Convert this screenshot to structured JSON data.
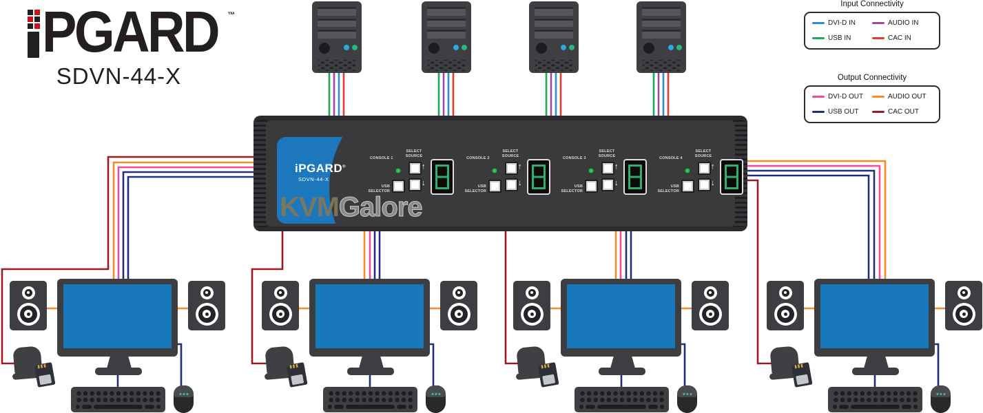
{
  "brand": {
    "name": "iPGARD",
    "word_rest": "PGARD",
    "tm": "™",
    "model": "SDVN-44-X"
  },
  "legend": {
    "input_title": "Input Connectivity",
    "output_title": "Output Connectivity",
    "input_items": [
      {
        "label": "DVI-D IN"
      },
      {
        "label": "AUDIO IN"
      },
      {
        "label": "USB IN"
      },
      {
        "label": "CAC IN"
      }
    ],
    "output_items": [
      {
        "label": "DVI-D OUT"
      },
      {
        "label": "AUDIO OUT"
      },
      {
        "label": "USB OUT"
      },
      {
        "label": "CAC OUT"
      }
    ]
  },
  "kvm_switch": {
    "brand": "iPGARD",
    "brand_reg": "®",
    "model": "SDVN-44-X",
    "watermark_bold": "KVM",
    "watermark_light": "Galore",
    "consoles": [
      {
        "label": "CONSOLE 1",
        "select_source": "SELECT SOURCE",
        "usb_selector": "USB SELECTOR",
        "up_arrow": "↑",
        "down_arrow": "↓",
        "display_digit": "8"
      },
      {
        "label": "CONSOLE 2",
        "select_source": "SELECT SOURCE",
        "usb_selector": "USB SELECTOR",
        "up_arrow": "↑",
        "down_arrow": "↓",
        "display_digit": "8"
      },
      {
        "label": "CONSOLE 3",
        "select_source": "SELECT SOURCE",
        "usb_selector": "USB SELECTOR",
        "up_arrow": "↑",
        "down_arrow": "↓",
        "display_digit": "8"
      },
      {
        "label": "CONSOLE 4",
        "select_source": "SELECT SOURCE",
        "usb_selector": "USB SELECTOR",
        "up_arrow": "↑",
        "down_arrow": "↓",
        "display_digit": "8"
      }
    ]
  },
  "colors": {
    "dvi_in": "#2f8fcc",
    "usb_in": "#1fa75c",
    "audio_in": "#9c4a9e",
    "cac_in": "#e8392e",
    "dvi_out": "#ee4d9b",
    "usb_out": "#252e7e",
    "audio_out": "#f68b2c",
    "cac_out": "#9c1b23",
    "logo_red": "#c41420",
    "logo_dark": "#231f20",
    "panel_blue": "#1c77bd",
    "screen_blue": "#1878ba",
    "led_green": "#3bbf55",
    "display_green": "#2fae6e"
  }
}
